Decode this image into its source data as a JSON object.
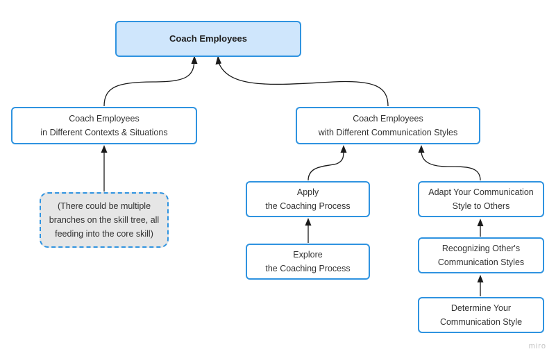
{
  "nodes": {
    "root": {
      "label": "Coach Employees"
    },
    "contexts": {
      "line1": "Coach Employees",
      "line2": "in Different Contexts & Situations"
    },
    "styles": {
      "line1": "Coach Employees",
      "line2": "with Different Communication Styles"
    },
    "note": {
      "line1": "(There could be multiple",
      "line2": "branches on the skill tree, all",
      "line3": "feeding into the core skill)"
    },
    "apply": {
      "line1": "Apply",
      "line2": "the Coaching Process"
    },
    "explore": {
      "line1": "Explore",
      "line2": "the Coaching Process"
    },
    "adapt": {
      "line1": "Adapt Your Communication",
      "line2": "Style to Others"
    },
    "recognize": {
      "line1": "Recognizing Other's",
      "line2": "Communication Styles"
    },
    "determine": {
      "line1": "Determine Your",
      "line2": "Communication Style"
    }
  },
  "colors": {
    "border": "#2f93e0",
    "root_fill": "#cfe6fc",
    "note_fill": "#e6e6e6",
    "text": "#333333",
    "arrow": "#1a1a1a"
  },
  "watermark": "miro"
}
